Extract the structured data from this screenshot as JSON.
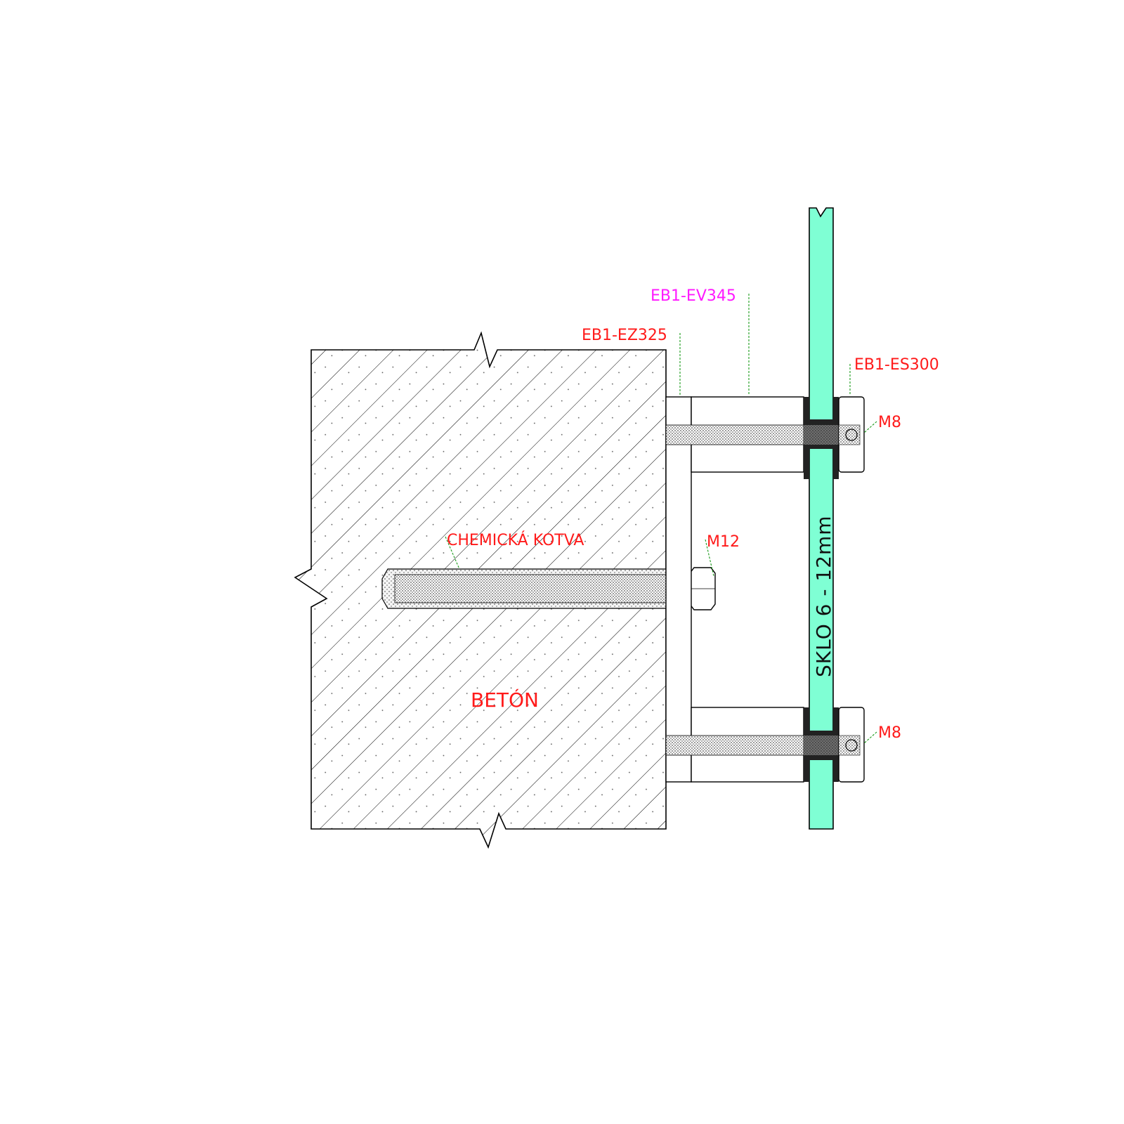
{
  "labels": {
    "concrete": "BETÓN",
    "chemical_anchor": "CHEMICKÁ KOTVA",
    "anchor_thread": "M12",
    "spacer": "EB1-EZ325",
    "standoff": "EB1-EV345",
    "cap": "EB1-ES300",
    "bolt_top": "M8",
    "bolt_bottom": "M8",
    "glass": "SKLO  6 - 12mm"
  },
  "colors": {
    "label": "#ff1a1a",
    "label_magenta": "#ff1aff",
    "glass": "#7fffd4",
    "gasket": "#222222",
    "leader": "#1a9a1a",
    "outline": "#000000"
  }
}
